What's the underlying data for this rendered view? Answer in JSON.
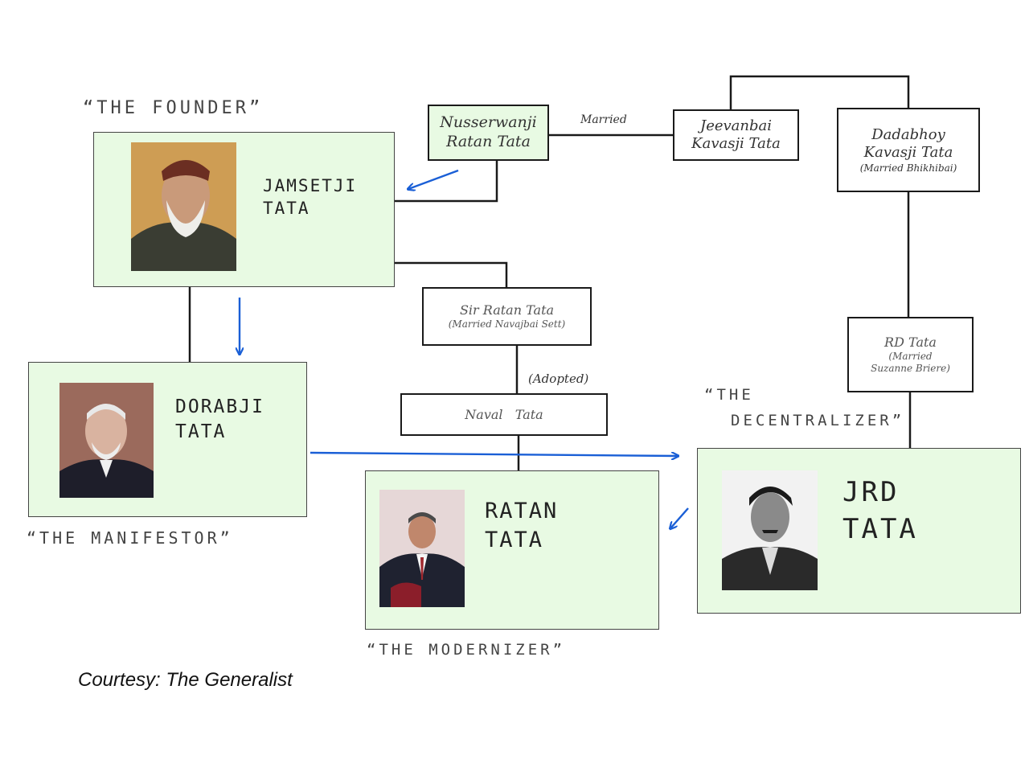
{
  "diagram": {
    "nodes": {
      "nusserwanji": {
        "line1": "Nusserwanji",
        "line2": "Ratan Tata"
      },
      "jeevanbai": {
        "line1": "Jeevanbai",
        "line2": "Kavasji Tata"
      },
      "dadabhoy": {
        "line1": "Dadabhoy",
        "line2": "Kavasji Tata",
        "note": "(Married Bhikhibai)"
      },
      "sir_ratan": {
        "line1": "Sir Ratan Tata",
        "note": "(Married Navajbai Sett)"
      },
      "rd_tata": {
        "line1": "RD Tata",
        "note1": "(Married",
        "note2": "Suzanne Briere)"
      },
      "naval": {
        "line1": "Naval   Tata"
      }
    },
    "edge_labels": {
      "married": "Married",
      "adopted": "(Adopted)"
    },
    "people": {
      "jamsetji": {
        "name": "JAMSETJI\nTATA",
        "title": "“THE FOUNDER”"
      },
      "dorabji": {
        "name": "DORABJI\nTATA",
        "title": "“THE MANIFESTOR”"
      },
      "ratan": {
        "name": "RATAN\nTATA",
        "title": "“THE MODERNIZER”"
      },
      "jrd": {
        "name": "JRD\nTATA",
        "title_line1": "“THE",
        "title_line2": "DECENTRALIZER”"
      }
    },
    "colors": {
      "card_fill": "#e8fae3",
      "arrow": "#1a5fd6",
      "line": "#1a1a1a"
    },
    "courtesy": "Courtesy: The Generalist"
  }
}
